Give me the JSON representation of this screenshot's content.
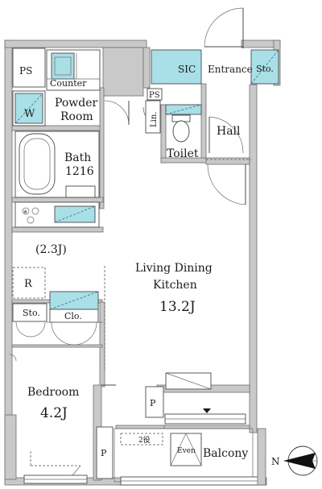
{
  "rooms": {
    "ps_top_left": "PS",
    "counter": "Counter",
    "powder_room_line1": "Powder",
    "powder_room_line2": "Room",
    "washer": "W",
    "bath_line1": "Bath",
    "bath_line2": "1216",
    "sic": "SIC",
    "entrance": "Entrance",
    "storage_entrance": "Sto.",
    "ps_middle": "PS",
    "linen": "Lin.",
    "hall": "Hall",
    "toilet": "Toilet",
    "kitchen_area": "(2.3J)",
    "refrigerator": "R",
    "ldk_line1": "Living Dining",
    "ldk_line2": "Kitchen",
    "ldk_area": "13.2J",
    "storage_bedroom": "Sto.",
    "closet": "Clo.",
    "bedroom": "Bedroom",
    "bedroom_area": "4.2J",
    "pipe_space_1": "P",
    "pipe_space_2": "P",
    "outdoor_unit": "2役",
    "evacuation": "Even",
    "balcony": "Balcony"
  },
  "compass": {
    "label": "N"
  },
  "colors": {
    "wall": "#c9c9c9",
    "fixture": "#a9dfe6",
    "line": "#4a4a4a"
  }
}
